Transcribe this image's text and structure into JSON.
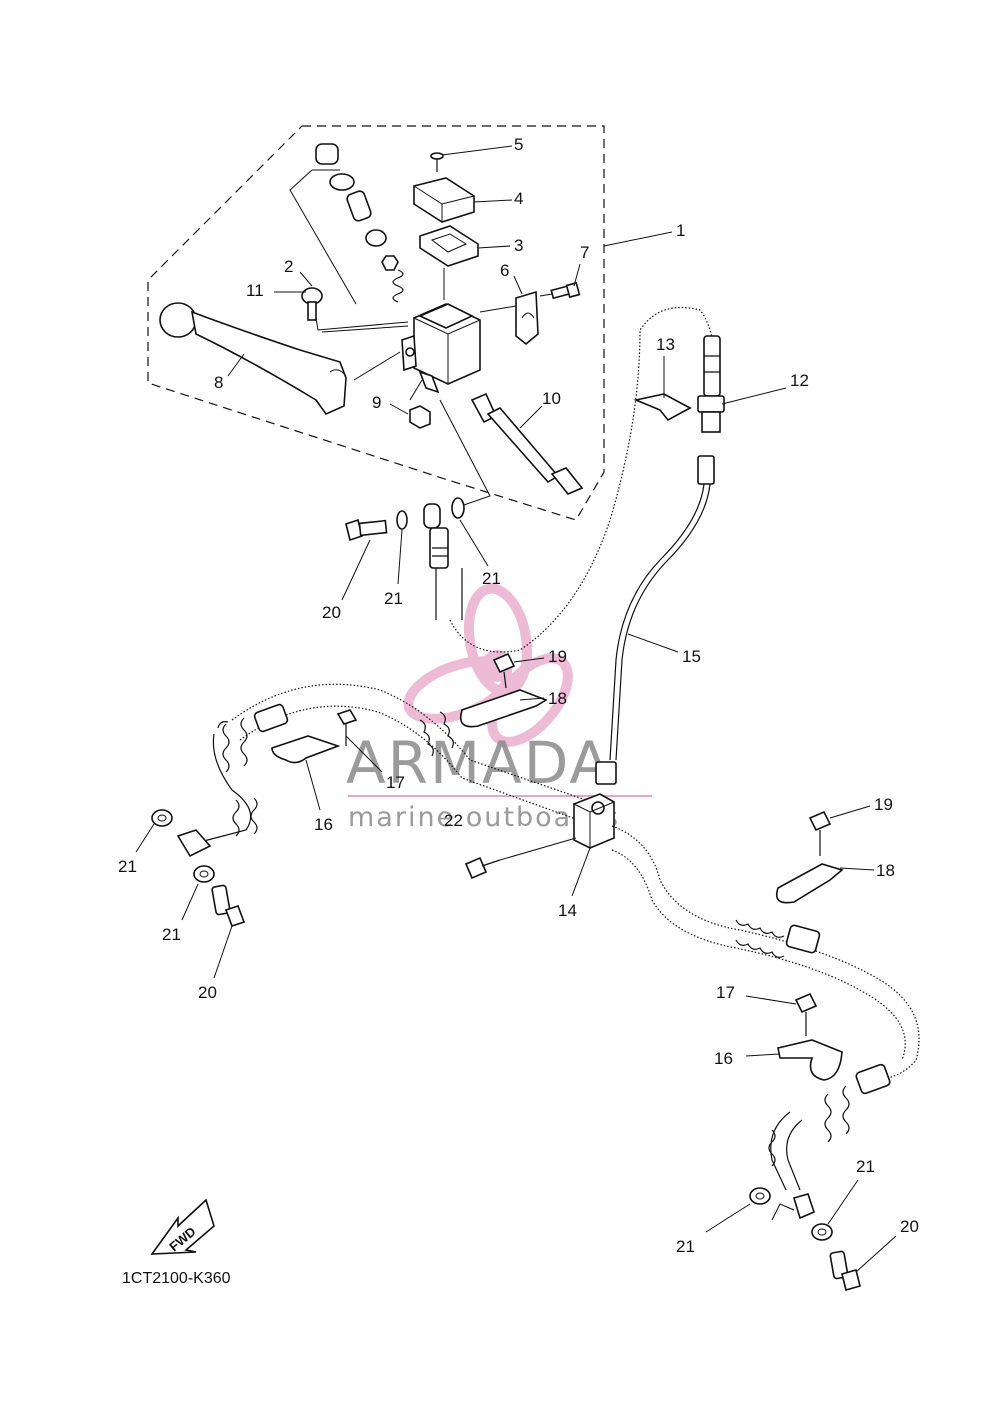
{
  "diagram_code": "1CT2100-K360",
  "fwd_label": "FWD",
  "watermark": {
    "brand": "ARMADA",
    "tagline": "marine outboards",
    "logo_color": "#e9a5c9",
    "text_color": "#8a8a8a"
  },
  "callouts": {
    "c1": "1",
    "c2": "2",
    "c3": "3",
    "c4": "4",
    "c5": "5",
    "c6": "6",
    "c7": "7",
    "c8": "8",
    "c9": "9",
    "c10": "10",
    "c11": "11",
    "c12": "12",
    "c13": "13",
    "c14": "14",
    "c15": "15",
    "c16a": "16",
    "c16b": "16",
    "c17a": "17",
    "c17b": "17",
    "c18a": "18",
    "c18b": "18",
    "c19a": "19",
    "c19b": "19",
    "c20a": "20",
    "c20b": "20",
    "c20c": "20",
    "c21a": "21",
    "c21b": "21",
    "c21c": "21",
    "c21d": "21",
    "c21e": "21",
    "c21f": "21",
    "c22": "22"
  }
}
